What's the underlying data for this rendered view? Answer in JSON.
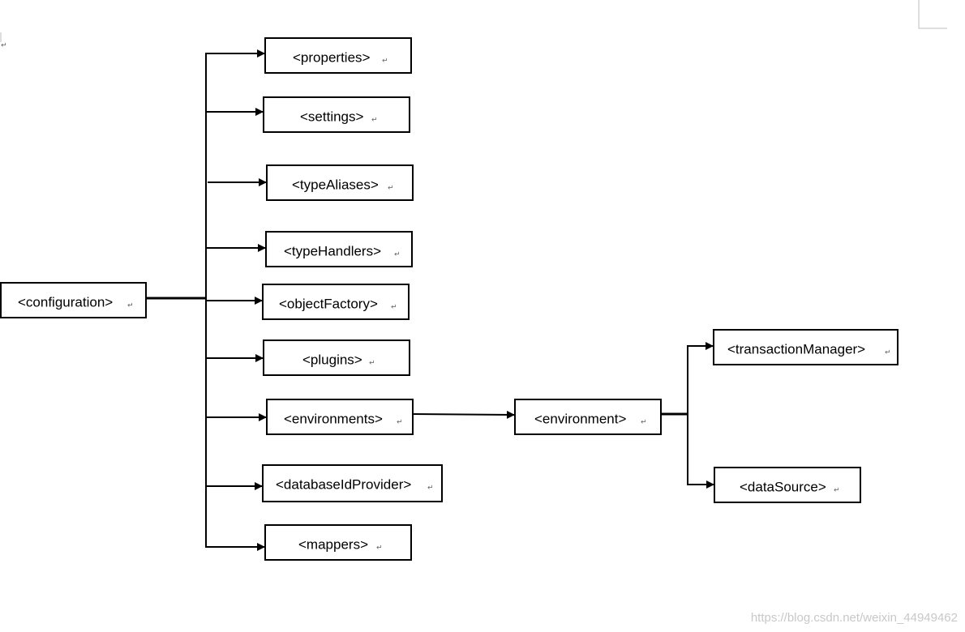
{
  "nodes": {
    "configuration": "<configuration>",
    "properties": "<properties>",
    "settings": "<settings>",
    "typeAliases": "<typeAliases>",
    "typeHandlers": "<typeHandlers>",
    "objectFactory": "<objectFactory>",
    "plugins": "<plugins>",
    "environments": "<environments>",
    "databaseIdProvider": "<databaseIdProvider>",
    "mappers": "<mappers>",
    "environment": "<environment>",
    "transactionManager": "<transactionManager>",
    "dataSource": "<dataSource>"
  },
  "paragraph_mark": "↵",
  "watermark": "https://blog.csdn.net/weixin_44949462",
  "colors": {
    "line": "#000000",
    "box_border": "#000000",
    "watermark": "#c8c8c8"
  }
}
